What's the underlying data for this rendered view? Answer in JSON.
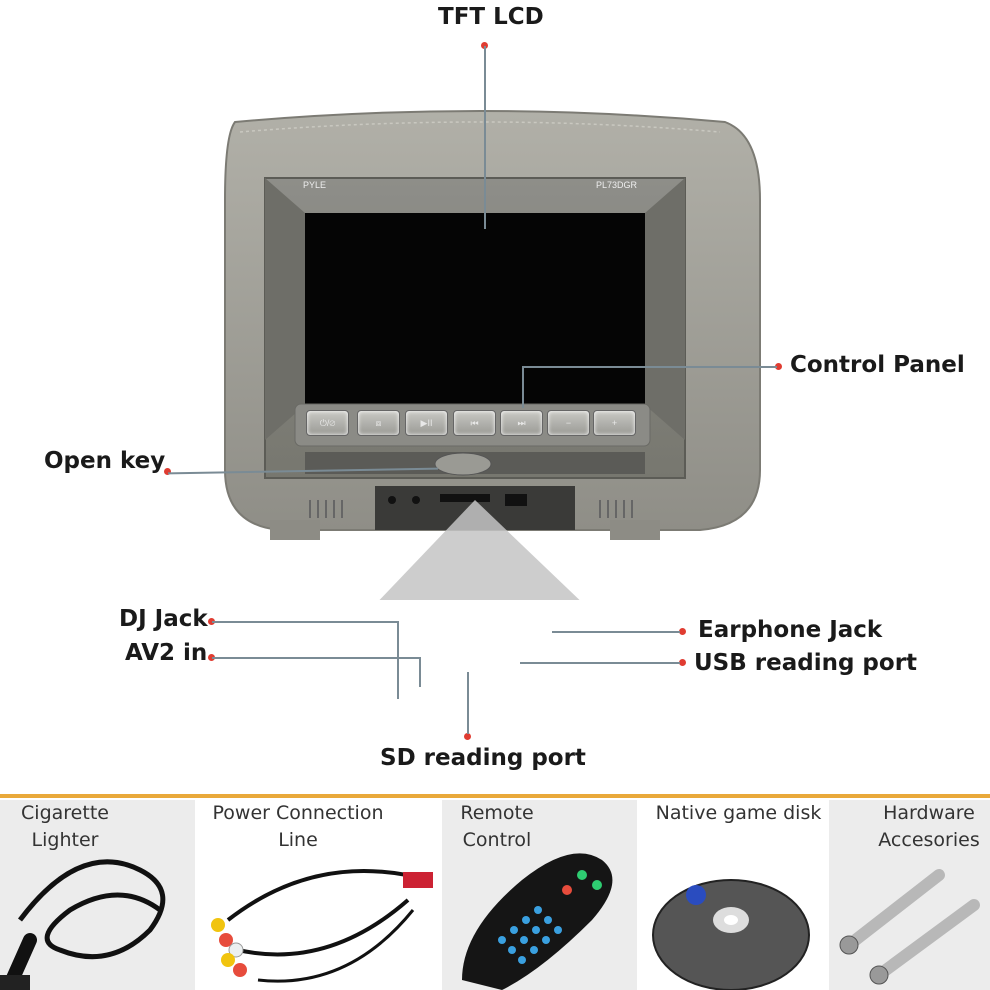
{
  "callouts": {
    "tft_lcd": "TFT LCD",
    "control_panel": "Control Panel",
    "open_key": "Open key",
    "dj_jack": "DJ Jack",
    "av2_in": "AV2 in",
    "earphone_jack": "Earphone Jack",
    "usb_port": "USB reading port",
    "sd_port": "SD reading port"
  },
  "device": {
    "brand": "PYLE",
    "model": "PL73DGR",
    "buttons": [
      "⏻/⌀",
      "⧈",
      "▶II",
      "⏮",
      "⏭",
      "−",
      "+"
    ]
  },
  "accessories": [
    {
      "label": "Cigarette Lighter",
      "image": "cigarette-lighter-cable"
    },
    {
      "label": "Power Connection Line",
      "image": "power-harness"
    },
    {
      "label": "Remote Control",
      "image": "remote-control"
    },
    {
      "label": "Native game disk",
      "image": "game-disc"
    },
    {
      "label": "Hardware Accesories",
      "image": "mounting-posts"
    }
  ],
  "colors": {
    "accent_divider": "#e9a93a",
    "callout_dot": "#e03c31",
    "leader_line": "#7a8b95",
    "headrest": "#9c9b93"
  }
}
